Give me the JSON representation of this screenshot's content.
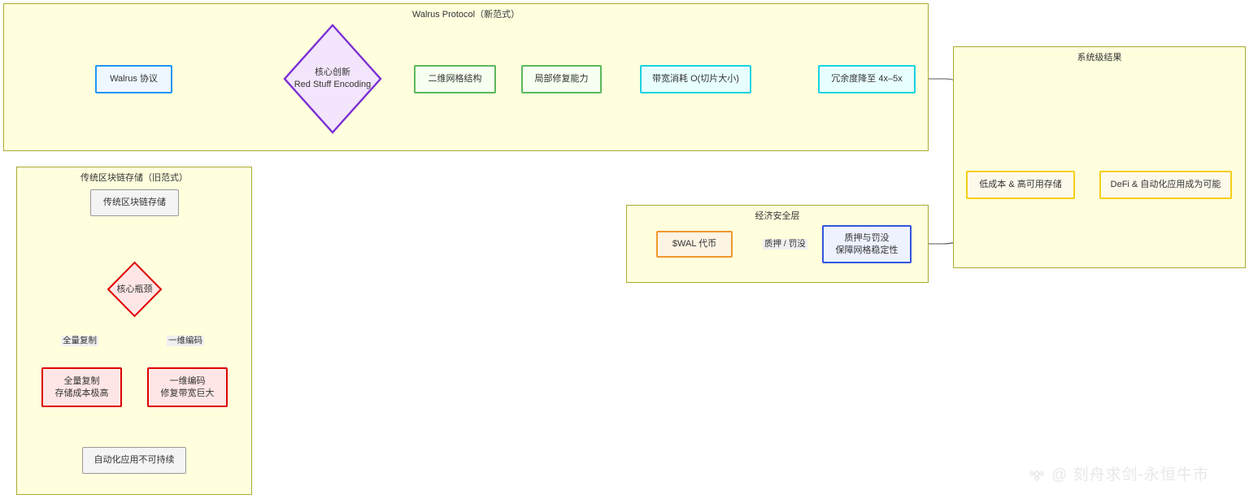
{
  "diagram": {
    "type": "flowchart",
    "clusters": [
      {
        "id": "new-paradigm",
        "title": "Walrus Protocol（新范式）"
      },
      {
        "id": "old-paradigm",
        "title": "传统区块链存储（旧范式）"
      },
      {
        "id": "economic-security",
        "title": "经济安全层"
      },
      {
        "id": "system-results",
        "title": "系统级结果"
      }
    ],
    "nodes": {
      "walrus_protocol": "Walrus 协议",
      "core_innovation_l1": "核心创新",
      "core_innovation_l2": "Red Stuff Encoding",
      "grid_structure": "二维网格结构",
      "local_repair": "局部修复能力",
      "bandwidth_cost": "带宽消耗 O(切片大小)",
      "redundancy": "冗余度降至 4x–5x",
      "legacy_storage": "传统区块链存储",
      "core_bottleneck": "核心瓶颈",
      "full_replication_l1": "全量复制",
      "full_replication_l2": "存储成本极高",
      "one_dim_coding_l1": "一维编码",
      "one_dim_coding_l2": "修复带宽巨大",
      "unsustainable": "自动化应用不可持续",
      "wal_token": "$WAL 代币",
      "stake_slash_l1": "质押与罚没",
      "stake_slash_l2": "保障网格稳定性",
      "low_cost_storage": "低成本 & 高可用存储",
      "defi_possible": "DeFi & 自动化应用成为可能"
    },
    "edge_labels": {
      "full_replication": "全量复制",
      "one_dim_coding": "一维编码",
      "stake_slash": "质押 / 罚没"
    },
    "colors": {
      "cluster_fill": "#ffffde",
      "cluster_border": "#aaaa33",
      "blue": "#2196f3",
      "green": "#5cb85c",
      "cyan": "#19d3e0",
      "purple": "#7b2fd4",
      "purple_fill": "#f3e5fb",
      "gray": "#9a9a9a",
      "red": "#dd0000",
      "red_fill": "#ffe6e6",
      "orange": "#f0982d",
      "indigo": "#3355dd",
      "gold": "#f5cf18",
      "edge": "#8f8f8f"
    }
  },
  "watermark": {
    "handle": "@ 刻舟求剑-永恒牛市",
    "logo_icon": "diamond-logo-icon"
  }
}
